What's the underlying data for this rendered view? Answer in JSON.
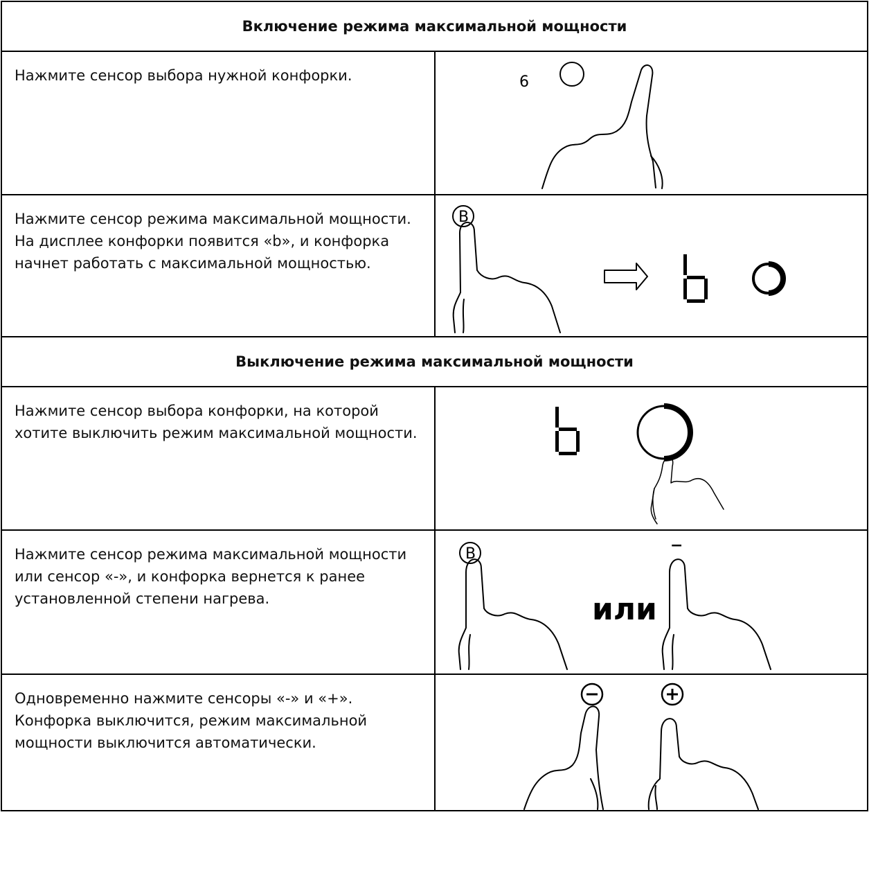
{
  "sections": [
    {
      "heading": "Включение режима максимальной мощности",
      "steps": [
        {
          "lines": [
            "Нажмите сенсор выбора нужной конфорки."
          ]
        },
        {
          "lines": [
            "Нажмите сенсор режима максимальной мощности.",
            "На дисплее конфорки появится «b», и конфорка",
            "начнет работать с максимальной мощностью."
          ]
        }
      ]
    },
    {
      "heading": "Выключение режима максимальной мощности",
      "steps": [
        {
          "lines": [
            "Нажмите сенсор выбора конфорки, на которой",
            "хотите выключить режим максимальной мощности."
          ]
        },
        {
          "lines": [
            "Нажмите сенсор режима максимальной мощности",
            "или сенсор «-», и конфорка вернется к ранее",
            "установленной степени нагрева."
          ]
        },
        {
          "lines": [
            "Одновременно нажмите сенсоры «-» и «+».",
            "Конфорка выключится, режим максимальной",
            "мощности выключится автоматически."
          ]
        }
      ]
    }
  ],
  "illustrations": {
    "level_digit": "6",
    "boost_button_letter": "B",
    "display_letter": "b",
    "or_label": "или",
    "minus_key": "−",
    "plus_key": "+",
    "icons": [
      "finger-press-icon",
      "zone-ring-icon",
      "arrow-right-icon",
      "seven-seg-b-icon",
      "boost-button-icon",
      "minus-button-icon",
      "plus-button-icon"
    ]
  }
}
